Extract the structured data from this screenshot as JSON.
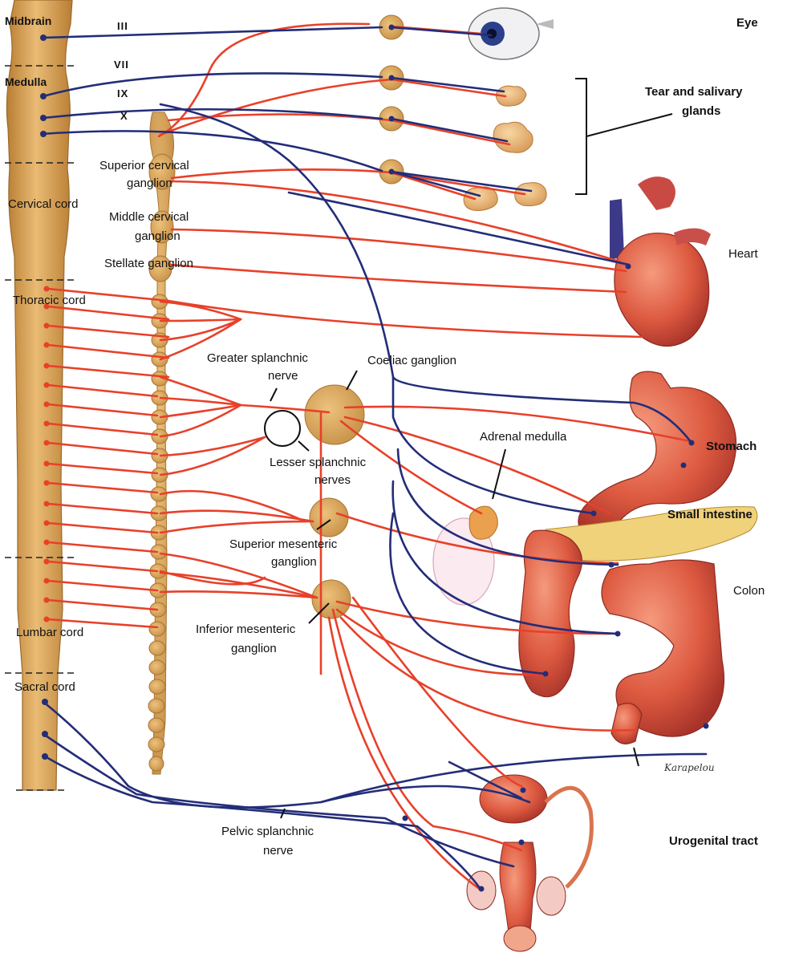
{
  "cord_regions": {
    "midbrain": "Midbrain",
    "medulla": "Medulla",
    "cervical": "Cervical cord",
    "thoracic": "Thoracic cord",
    "lumbar": "Lumbar cord",
    "sacral": "Sacral cord"
  },
  "cranial_nerves": [
    "III",
    "VII",
    "IX",
    "X"
  ],
  "ganglia": {
    "superior_cervical_1": "Superior cervical",
    "superior_cervical_2": "ganglion",
    "middle_cervical_1": "Middle cervical",
    "middle_cervical_2": "ganglion",
    "stellate": "Stellate ganglion",
    "coeliac": "Coeliac ganglion",
    "superior_mesenteric_1": "Superior mesenteric",
    "superior_mesenteric_2": "ganglion",
    "inferior_mesenteric_1": "Inferior mesenteric",
    "inferior_mesenteric_2": "ganglion"
  },
  "nerves": {
    "greater_splanchnic_1": "Greater splanchnic",
    "greater_splanchnic_2": "nerve",
    "lesser_splanchnic_1": "Lesser splanchnic",
    "lesser_splanchnic_2": "nerves",
    "pelvic_splanchnic_1": "Pelvic splanchnic",
    "pelvic_splanchnic_2": "nerve"
  },
  "organs": {
    "eye": "Eye",
    "tear_glands_1": "Tear and salivary",
    "tear_glands_2": "glands",
    "heart": "Heart",
    "adrenal": "Adrenal medulla",
    "stomach": "Stomach",
    "small_intestine": "Small intestine",
    "colon": "Colon",
    "urogenital": "Urogenital tract"
  },
  "signature": "Karapelou",
  "colors": {
    "sympathetic": "#e8402a",
    "parasympathetic": "#232d78",
    "cord": "#dca65c",
    "ganglion": "#d9b063",
    "organ": "#d9553d"
  }
}
